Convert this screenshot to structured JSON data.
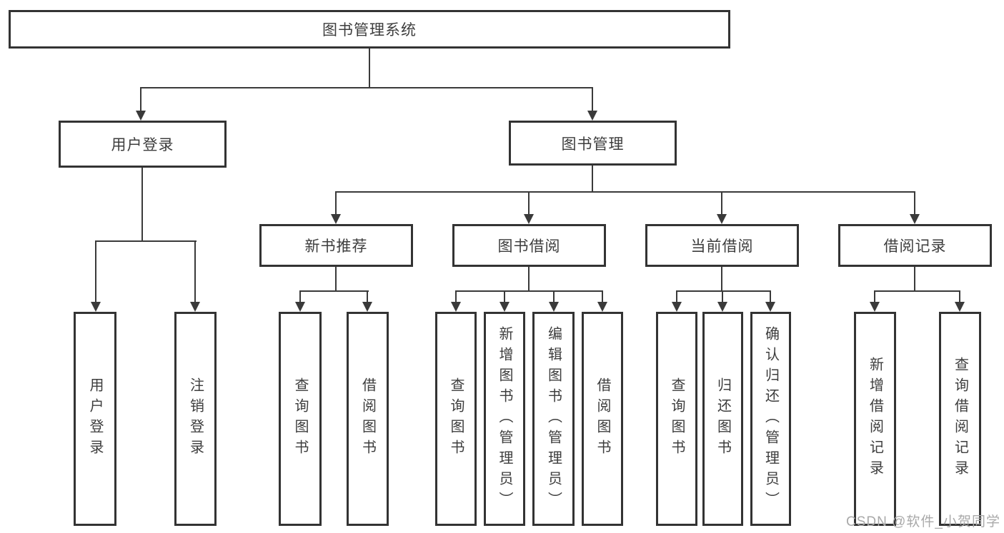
{
  "title": "图书管理系统",
  "watermark": "CSDN @软件_小贺同学",
  "colors": {
    "line": "#3a3a3a",
    "box_border": "#333333",
    "box_fill": "#ffffff",
    "text": "#3d3d3d",
    "watermark": "#a9a9a9",
    "background": "#ffffff"
  },
  "nodes": {
    "root": "图书管理系统",
    "user_login": "用户登录",
    "book_mgmt": "图书管理",
    "new_book_rec": "新书推荐",
    "book_borrow": "图书借阅",
    "current_borrow": "当前借阅",
    "borrow_records": "借阅记录",
    "ul_user_login": "用户登录",
    "ul_logout": "注销登录",
    "nb_query_books": "查询图书",
    "nb_borrow_books": "借阅图书",
    "bb_query_books": "查询图书",
    "bb_add_books_admin": "新增图书（管理员）",
    "bb_edit_books_admin": "编辑图书（管理员）",
    "bb_borrow_books": "借阅图书",
    "cb_query_books": "查询图书",
    "cb_return_books": "归还图书",
    "cb_confirm_return_admin": "确认归还（管理员）",
    "br_add_borrow_record": "新增借阅记录",
    "br_query_borrow_record": "查询借阅记录"
  },
  "hierarchy": {
    "图书管理系统": {
      "用户登录": [
        "用户登录",
        "注销登录"
      ],
      "图书管理": {
        "新书推荐": [
          "查询图书",
          "借阅图书"
        ],
        "图书借阅": [
          "查询图书",
          "新增图书（管理员）",
          "编辑图书（管理员）",
          "借阅图书"
        ],
        "当前借阅": [
          "查询图书",
          "归还图书",
          "确认归还（管理员）"
        ],
        "借阅记录": [
          "新增借阅记录",
          "查询借阅记录"
        ]
      }
    }
  }
}
